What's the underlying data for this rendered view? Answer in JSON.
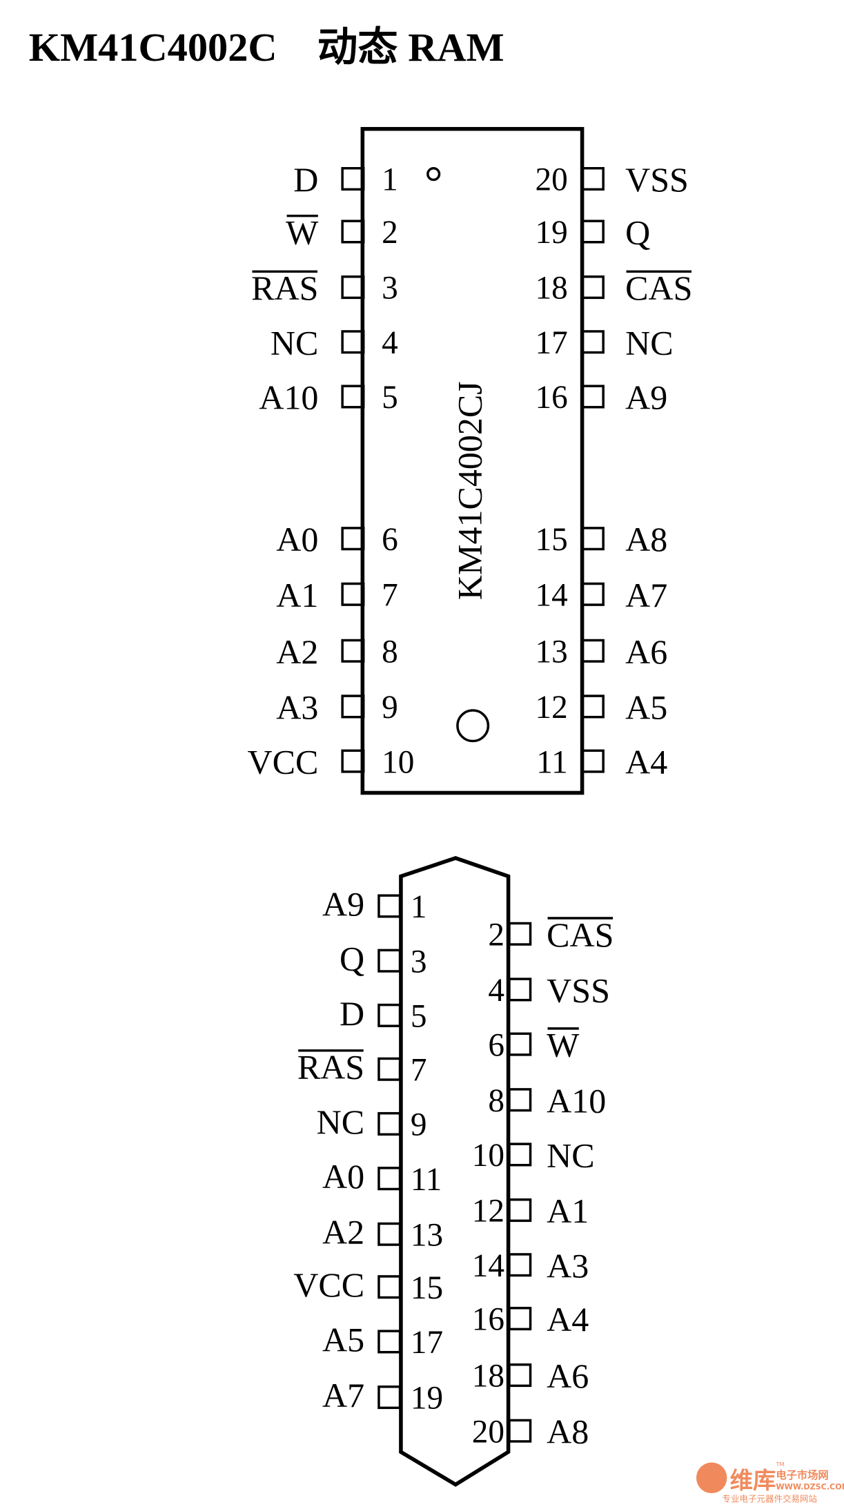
{
  "title": "KM41C4002C　动态 RAM",
  "chip_dip": {
    "part_label": "KM41C4002CJ",
    "left_pins": [
      {
        "num": "1",
        "name": "D",
        "overline": false
      },
      {
        "num": "2",
        "name": "W",
        "overline": true
      },
      {
        "num": "3",
        "name": "RAS",
        "overline": true
      },
      {
        "num": "4",
        "name": "NC",
        "overline": false
      },
      {
        "num": "5",
        "name": "A10",
        "overline": false
      },
      {
        "num": "6",
        "name": "A0",
        "overline": false
      },
      {
        "num": "7",
        "name": "A1",
        "overline": false
      },
      {
        "num": "8",
        "name": "A2",
        "overline": false
      },
      {
        "num": "9",
        "name": "A3",
        "overline": false
      },
      {
        "num": "10",
        "name": "VCC",
        "overline": false
      }
    ],
    "right_pins": [
      {
        "num": "20",
        "name": "VSS",
        "overline": false
      },
      {
        "num": "19",
        "name": "Q",
        "overline": false
      },
      {
        "num": "18",
        "name": "CAS",
        "overline": true
      },
      {
        "num": "17",
        "name": "NC",
        "overline": false
      },
      {
        "num": "16",
        "name": "A9",
        "overline": false
      },
      {
        "num": "15",
        "name": "A8",
        "overline": false
      },
      {
        "num": "14",
        "name": "A7",
        "overline": false
      },
      {
        "num": "13",
        "name": "A6",
        "overline": false
      },
      {
        "num": "12",
        "name": "A5",
        "overline": false
      },
      {
        "num": "11",
        "name": "A4",
        "overline": false
      }
    ]
  },
  "chip_zip": {
    "left_pins": [
      {
        "num": "1",
        "name": "A9",
        "overline": false
      },
      {
        "num": "3",
        "name": "Q",
        "overline": false
      },
      {
        "num": "5",
        "name": "D",
        "overline": false
      },
      {
        "num": "7",
        "name": "RAS",
        "overline": true
      },
      {
        "num": "9",
        "name": "NC",
        "overline": false
      },
      {
        "num": "11",
        "name": "A0",
        "overline": false
      },
      {
        "num": "13",
        "name": "A2",
        "overline": false
      },
      {
        "num": "15",
        "name": "VCC",
        "overline": false
      },
      {
        "num": "17",
        "name": "A5",
        "overline": false
      },
      {
        "num": "19",
        "name": "A7",
        "overline": false
      }
    ],
    "right_pins": [
      {
        "num": "2",
        "name": "CAS",
        "overline": true
      },
      {
        "num": "4",
        "name": "VSS",
        "overline": false
      },
      {
        "num": "6",
        "name": "W",
        "overline": true
      },
      {
        "num": "8",
        "name": "A10",
        "overline": false
      },
      {
        "num": "10",
        "name": "NC",
        "overline": false
      },
      {
        "num": "12",
        "name": "A1",
        "overline": false
      },
      {
        "num": "14",
        "name": "A3",
        "overline": false
      },
      {
        "num": "16",
        "name": "A4",
        "overline": false
      },
      {
        "num": "18",
        "name": "A6",
        "overline": false
      },
      {
        "num": "20",
        "name": "A8",
        "overline": false
      }
    ]
  },
  "watermark": {
    "brand": "维库",
    "tagline": "电子市场网",
    "url": "WWW.DZSC.COM",
    "slogan": "专业电子元器件交易网站",
    "tm": "TM",
    "color": "#f08a5d"
  }
}
